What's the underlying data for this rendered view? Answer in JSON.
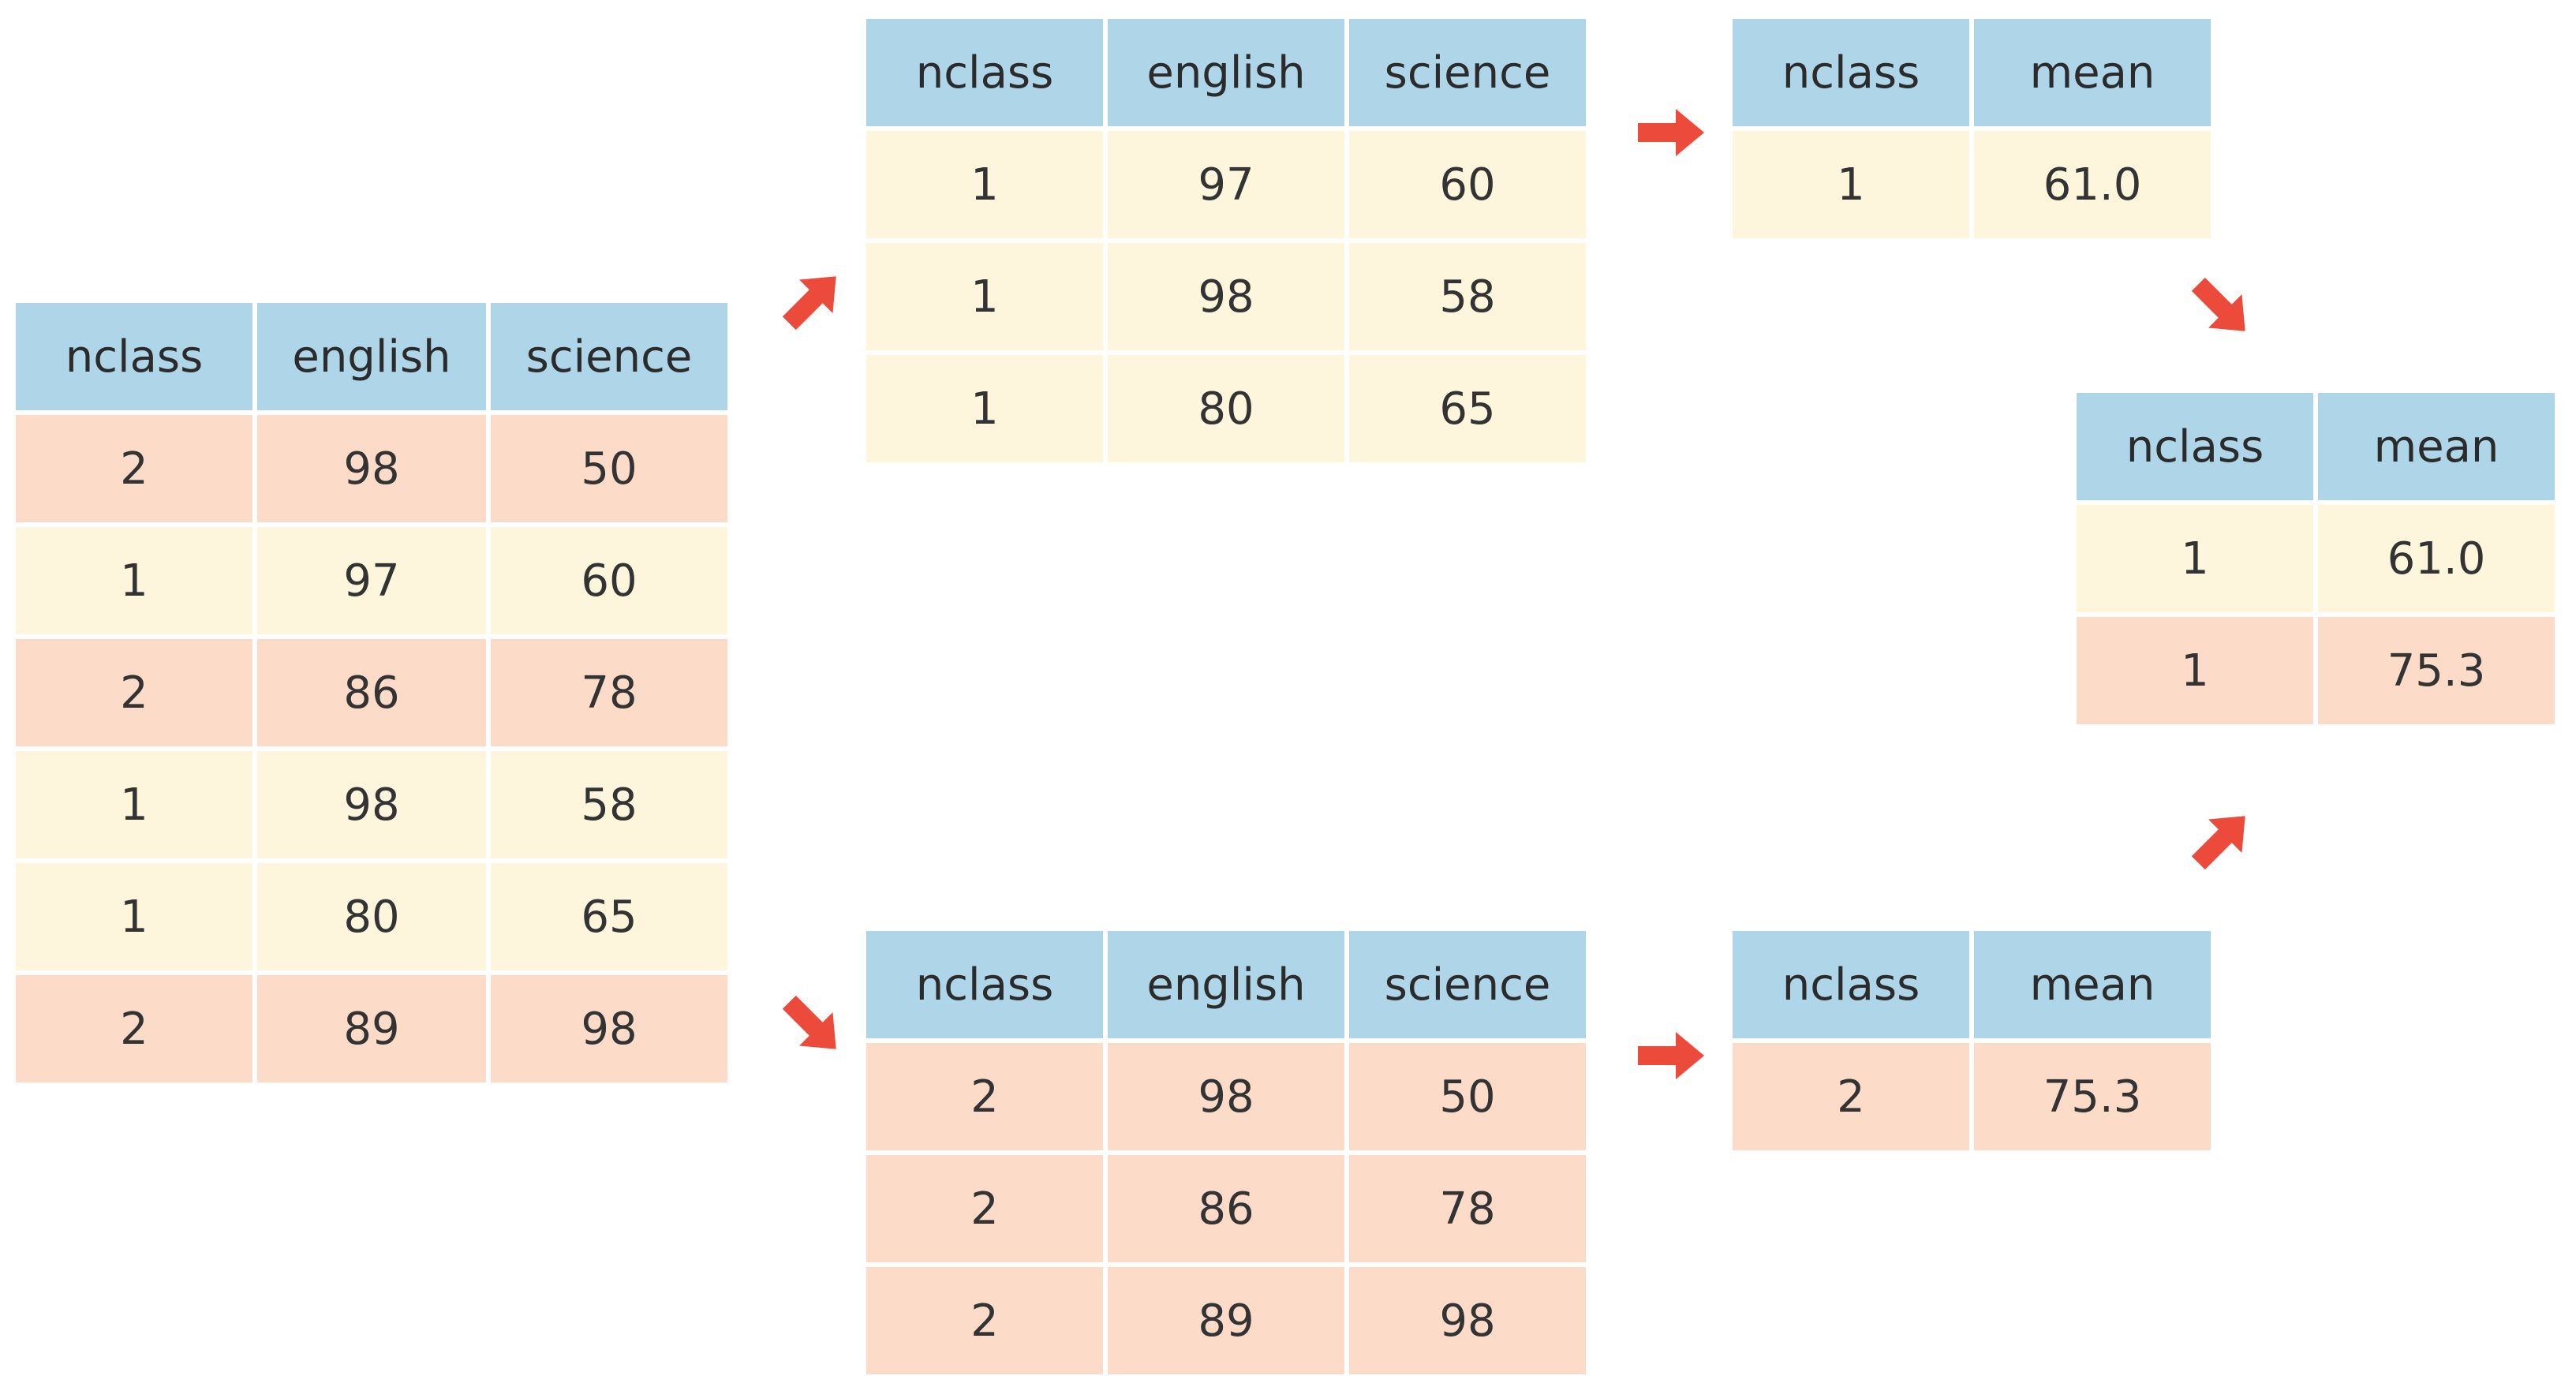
{
  "colors": {
    "header": "#aed6e8",
    "group1_row": "#fef5dd",
    "group2_row": "#fcdcc9",
    "arrow": "#ec4b3c"
  },
  "source_table": {
    "headers": [
      "nclass",
      "english",
      "science"
    ],
    "rows": [
      {
        "cells": [
          "2",
          "98",
          "50"
        ],
        "group": "2"
      },
      {
        "cells": [
          "1",
          "97",
          "60"
        ],
        "group": "1"
      },
      {
        "cells": [
          "2",
          "86",
          "78"
        ],
        "group": "2"
      },
      {
        "cells": [
          "1",
          "98",
          "58"
        ],
        "group": "1"
      },
      {
        "cells": [
          "1",
          "80",
          "65"
        ],
        "group": "1"
      },
      {
        "cells": [
          "2",
          "89",
          "98"
        ],
        "group": "2"
      }
    ]
  },
  "split_table_1": {
    "headers": [
      "nclass",
      "english",
      "science"
    ],
    "rows": [
      {
        "cells": [
          "1",
          "97",
          "60"
        ],
        "group": "1"
      },
      {
        "cells": [
          "1",
          "98",
          "58"
        ],
        "group": "1"
      },
      {
        "cells": [
          "1",
          "80",
          "65"
        ],
        "group": "1"
      }
    ]
  },
  "split_table_2": {
    "headers": [
      "nclass",
      "english",
      "science"
    ],
    "rows": [
      {
        "cells": [
          "2",
          "98",
          "50"
        ],
        "group": "2"
      },
      {
        "cells": [
          "2",
          "86",
          "78"
        ],
        "group": "2"
      },
      {
        "cells": [
          "2",
          "89",
          "98"
        ],
        "group": "2"
      }
    ]
  },
  "apply_table_1": {
    "headers": [
      "nclass",
      "mean"
    ],
    "rows": [
      {
        "cells": [
          "1",
          "61.0"
        ],
        "group": "1"
      }
    ]
  },
  "apply_table_2": {
    "headers": [
      "nclass",
      "mean"
    ],
    "rows": [
      {
        "cells": [
          "2",
          "75.3"
        ],
        "group": "2"
      }
    ]
  },
  "combined_table": {
    "headers": [
      "nclass",
      "mean"
    ],
    "rows": [
      {
        "cells": [
          "1",
          "61.0"
        ],
        "group": "1"
      },
      {
        "cells": [
          "1",
          "75.3"
        ],
        "group": "2"
      }
    ]
  },
  "arrows": [
    {
      "name": "arrow-split-up",
      "icon": "arrow-up-right-icon"
    },
    {
      "name": "arrow-split-down",
      "icon": "arrow-down-right-icon"
    },
    {
      "name": "arrow-apply-1",
      "icon": "arrow-right-icon"
    },
    {
      "name": "arrow-apply-2",
      "icon": "arrow-right-icon"
    },
    {
      "name": "arrow-combine-1",
      "icon": "arrow-down-right-icon"
    },
    {
      "name": "arrow-combine-2",
      "icon": "arrow-up-right-icon"
    }
  ]
}
